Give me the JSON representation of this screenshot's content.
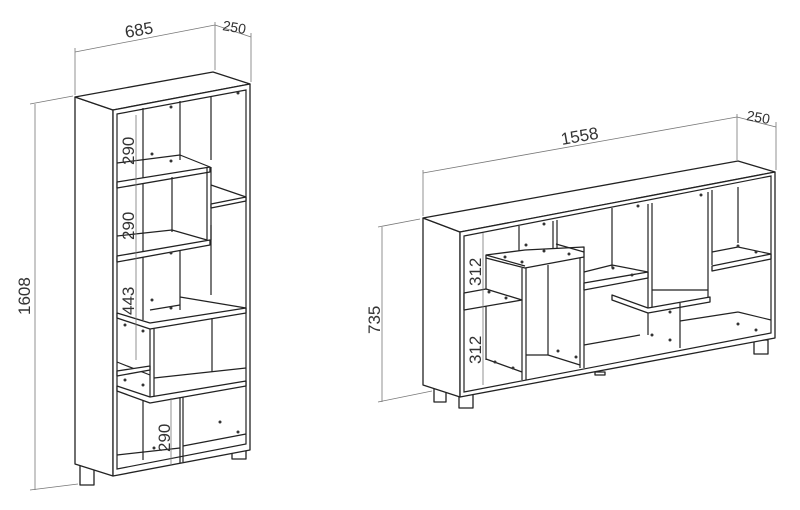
{
  "tall_bookcase": {
    "width": "685",
    "depth": "250",
    "height": "1608",
    "inner_dims": [
      "290",
      "290",
      "443",
      "290"
    ]
  },
  "low_bookcase": {
    "width": "1558",
    "depth": "250",
    "height": "735",
    "inner_dims": [
      "312",
      "312"
    ]
  }
}
